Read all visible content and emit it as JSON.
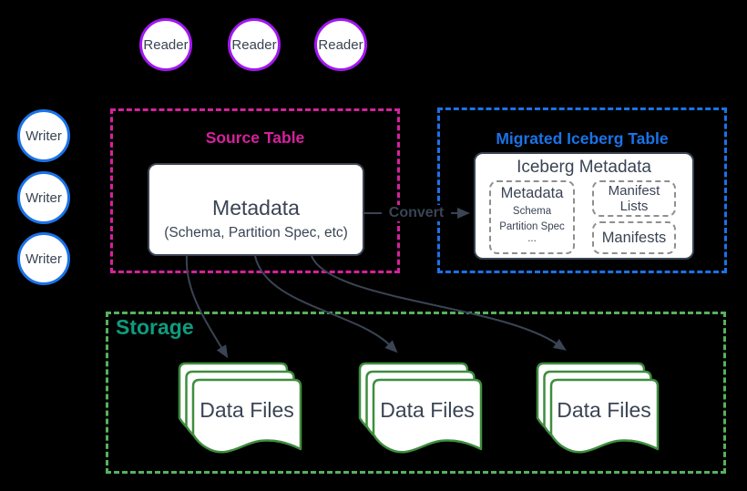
{
  "colors": {
    "background": "#000000",
    "dark": "#3A4454",
    "magenta": "#D6219E",
    "blue": "#1A73E8",
    "purple": "#A318F0",
    "storage_green": "#56B25C",
    "storage_teal": "#0E9B7E",
    "file_green": "#3E8E3E",
    "dash_gray": "#8F8F8F"
  },
  "readers": [
    "Reader",
    "Reader",
    "Reader"
  ],
  "writers": [
    "Writer",
    "Writer",
    "Writer"
  ],
  "source_table": {
    "title": "Source Table",
    "metadata": {
      "title": "Metadata",
      "subtitle": "(Schema, Partition Spec, etc)"
    }
  },
  "convert_label": "Convert",
  "iceberg_table": {
    "title": "Migrated Iceberg Table",
    "inner_title": "Iceberg Metadata",
    "metadata_box": {
      "title": "Metadata",
      "items": [
        "Schema",
        "Partition Spec",
        "..."
      ]
    },
    "manifest_lists_label": "Manifest Lists",
    "manifests_label": "Manifests"
  },
  "storage": {
    "title": "Storage",
    "stacks": [
      "Data Files",
      "Data Files",
      "Data Files"
    ]
  }
}
